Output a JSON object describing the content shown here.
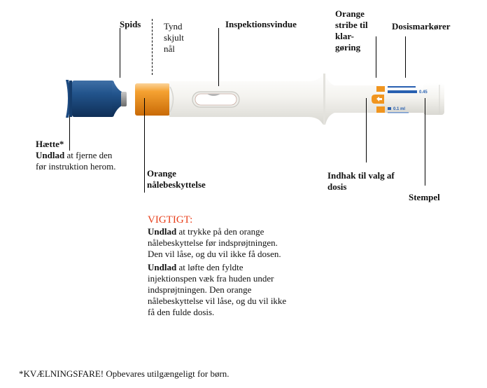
{
  "diagram": {
    "labels": {
      "tip": "Spids",
      "hidden_needle": [
        "Tynd",
        "skjult",
        "nål"
      ],
      "inspection_window": "Inspektionsvindue",
      "priming_stripe": [
        "Orange",
        "stribe til",
        "klar-",
        "gøring"
      ],
      "dose_markers": "Dosismarkører",
      "cap_title": "Hætte*",
      "cap_note_bold": "Undlad",
      "cap_note_rest1": " at fjerne den",
      "cap_note_line2": "før instruktion herom.",
      "needle_guard": [
        "Orange",
        "nålebeskyttelse"
      ],
      "dose_notch": [
        "Indhak til valg af",
        "dosis"
      ],
      "plunger": "Stempel"
    },
    "pen_scale": {
      "dose_value": "0.45",
      "dose_unit_value": "0.1 ml"
    },
    "colors": {
      "cap_blue": "#1f4e85",
      "guard_orange": "#f0951f",
      "body_white": "#f2f1ec",
      "scale_blue": "#2860b0",
      "warning_red": "#e8401c"
    }
  },
  "warning": {
    "title": "VIGTIGT:",
    "p1_bold": "Undlad",
    "p1_lines": [
      " at trykke på den orange",
      "nålebeskyttelse før indsprøjtningen.",
      "Den vil låse, og du vil ikke få dosen."
    ],
    "p2_bold": "Undlad",
    "p2_lines": [
      " at løfte den fyldte",
      "injektionspen væk fra huden under",
      "indsprøjtningen. Den orange",
      "nålebeskyttelse vil låse, og du vil ikke",
      "få den fulde dosis."
    ]
  },
  "footer": {
    "note": "*KVÆLNINGSFARE! Opbevares utilgængeligt for børn."
  }
}
